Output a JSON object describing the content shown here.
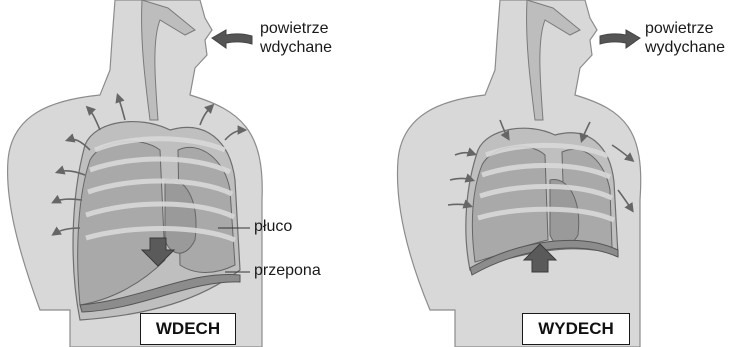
{
  "panels": [
    {
      "id": "inhale",
      "air_label_line1": "powietrze",
      "air_label_line2": "wdychane",
      "phase_label": "WDECH",
      "lung_label": "płuco",
      "diaphragm_label": "przepona",
      "diaphragm_arrow": "down",
      "air_arrow": "arrow-left-icon"
    },
    {
      "id": "exhale",
      "air_label_line1": "powietrze",
      "air_label_line2": "wydychane",
      "phase_label": "WYDECH",
      "diaphragm_arrow": "up",
      "air_arrow": "arrow-right-icon"
    }
  ],
  "colors": {
    "skin": "#d6d6d6",
    "skin_edge": "#8a8a8a",
    "lung": "#a9a9a9",
    "rib": "#c8c8c8",
    "arrow": "#555555",
    "text": "#1a1a1a"
  }
}
